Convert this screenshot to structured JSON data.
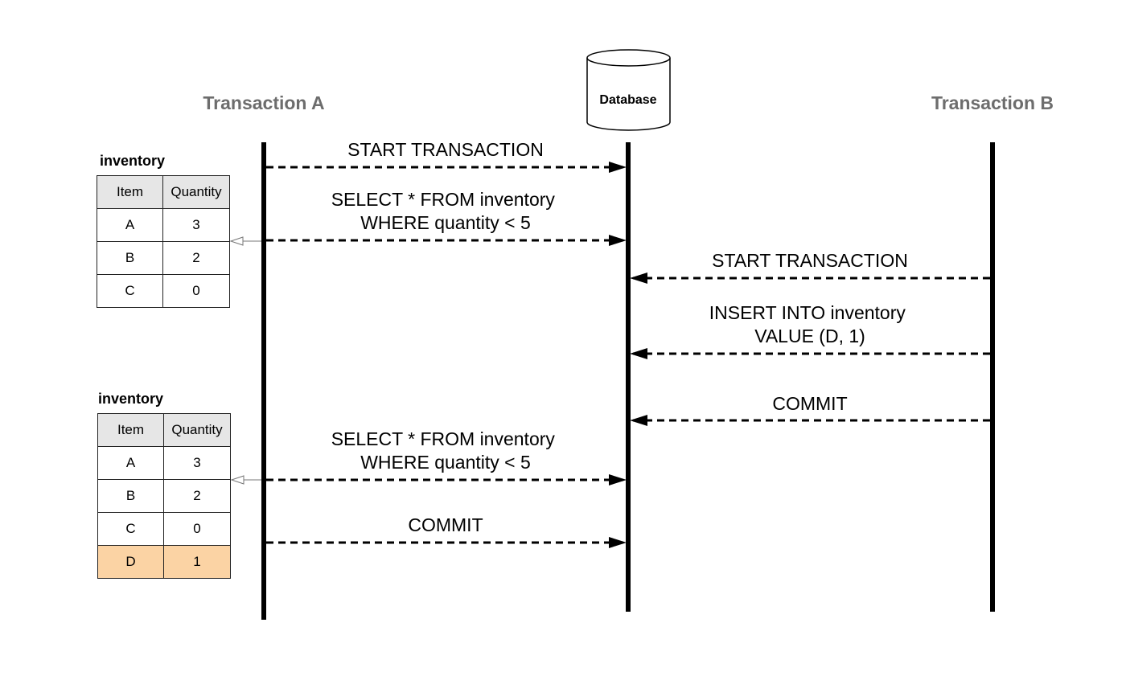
{
  "participants": {
    "transaction_a": "Transaction A",
    "database": "Database",
    "transaction_b": "Transaction B"
  },
  "messages": {
    "a_start": [
      "START TRANSACTION"
    ],
    "a_select_1": [
      "SELECT * FROM inventory",
      "WHERE quantity < 5"
    ],
    "b_start": [
      "START TRANSACTION"
    ],
    "b_insert": [
      "INSERT INTO inventory",
      "VALUE (D, 1)"
    ],
    "b_commit": [
      "COMMIT"
    ],
    "a_select_2": [
      "SELECT * FROM inventory",
      "WHERE quantity < 5"
    ],
    "a_commit": [
      "COMMIT"
    ]
  },
  "tables": [
    {
      "title": "inventory",
      "headers": [
        "Item",
        "Quantity"
      ],
      "rows": [
        [
          "A",
          "3"
        ],
        [
          "B",
          "2"
        ],
        [
          "C",
          "0"
        ]
      ]
    },
    {
      "title": "inventory",
      "headers": [
        "Item",
        "Quantity"
      ],
      "rows": [
        [
          "A",
          "3"
        ],
        [
          "B",
          "2"
        ],
        [
          "C",
          "0"
        ],
        [
          "D",
          "1"
        ]
      ],
      "highlight_color": "#fbd3a4"
    }
  ]
}
